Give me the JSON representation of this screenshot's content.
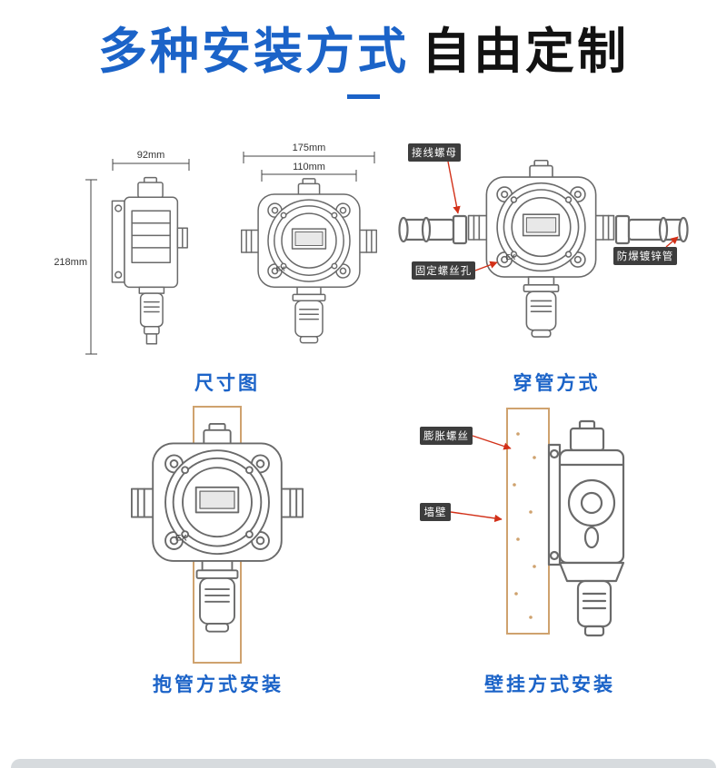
{
  "header": {
    "title_blue": "多种安装方式",
    "title_dark": "自由定制"
  },
  "device": {
    "marking": "EX"
  },
  "dimension_diagram": {
    "caption": "尺寸图",
    "side_width": "92mm",
    "side_height": "218mm",
    "front_width": "175mm",
    "front_inner_width": "110mm"
  },
  "pipe_through_diagram": {
    "caption": "穿管方式",
    "label_wiring_nut": "接线螺母",
    "label_galvanized_pipe": "防爆镀锌管",
    "label_fixing_screw_hole": "固定螺丝孔"
  },
  "pipe_clamp_diagram": {
    "caption": "抱管方式安装"
  },
  "wall_mount_diagram": {
    "caption": "壁挂方式安装",
    "label_expansion_screw": "膨胀螺丝",
    "label_wall": "墙壁"
  },
  "colors": {
    "accent_blue": "#1b63c8",
    "title_dark": "#121212",
    "annotation_red": "#d23018",
    "badge_bg": "#3d3d3d",
    "pipe_tan": "#cfa26e",
    "line_gray": "#6a6a6a"
  }
}
